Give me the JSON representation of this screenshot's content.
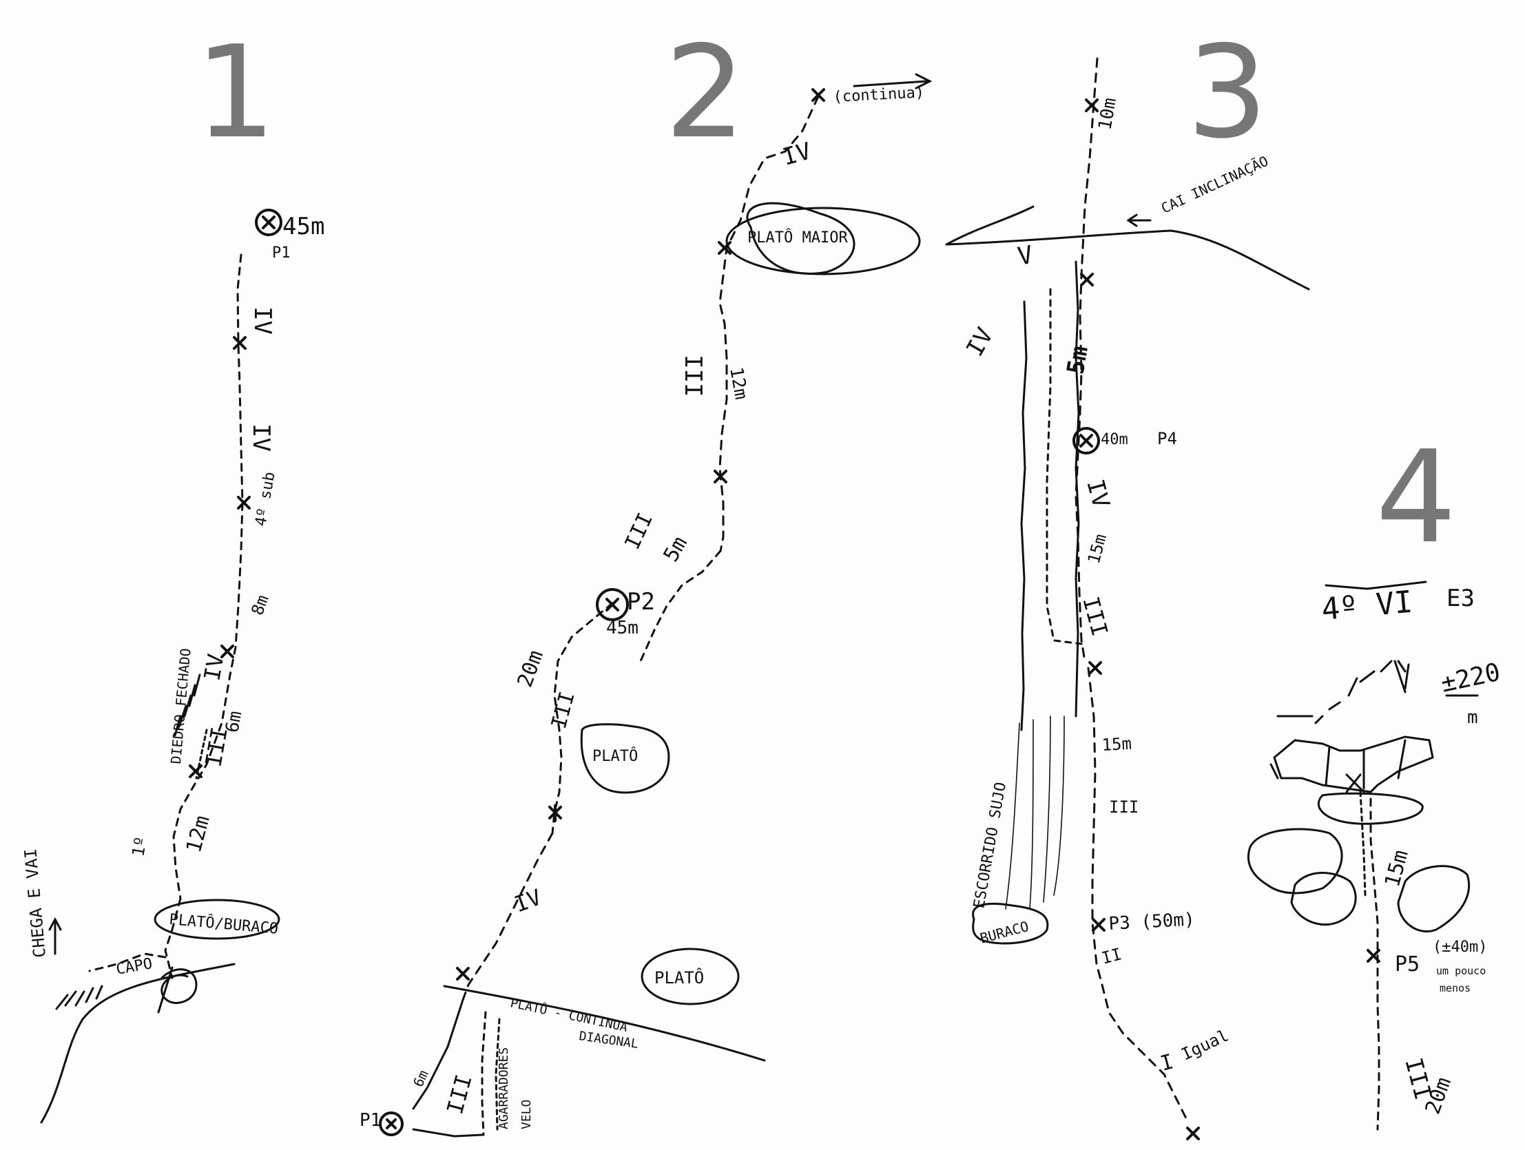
{
  "section_numbers": [
    "1",
    "2",
    "3",
    "4"
  ],
  "panel1": {
    "anchor_p1": "45m",
    "p1": "P1",
    "grade_a": "IV",
    "grade_b": "IV",
    "dist_a": "4º sub",
    "dist_b": "8m",
    "diedro": "DIEDRO FECHADO",
    "grade_c": "IV",
    "grade_d": "III",
    "dist_c": "6m",
    "dist_d": "12m",
    "mark_1": "1º",
    "plato": "PLATÔ/BURACO",
    "campo": "CAPO",
    "start": "CHEGA E VAI"
  },
  "panel2": {
    "continua": "(continua)",
    "grade_top": "IV",
    "plato_maior": "PLATÔ MAIOR",
    "grade_iii": "III",
    "dist_12": "12m",
    "grade_iii_b": "III",
    "dist_5": "5m",
    "p2": "P2",
    "p2_dist": "45m",
    "dist_20": "20m",
    "grade_ii": "III",
    "plato_small": "PLATÔ",
    "grade_iv": "IV",
    "plato_low": "PLATÔ",
    "plato_continua": "PLATÔ - CONTINUA",
    "diagonal": "DIAGONAL",
    "dist_6": "6m",
    "grade_base": "III",
    "agarradores": "AGARRADORES",
    "velo": "VELO",
    "p1": "P1"
  },
  "panel3": {
    "dist_10": "10m",
    "inclinacao": "CAI INCLINAÇÃO",
    "grade_v": "V",
    "grade_iv_left": "IV",
    "dist_5": "5m",
    "p4_dist": "40m",
    "p4": "P4",
    "grade_iv": "IV",
    "dist_15a": "15m",
    "grade_iii": "III",
    "dist_15b": "15m",
    "grade_iii_b": "III",
    "escorrido": "ESCORRIDO SUJO",
    "buraco": "BURACO",
    "p3": "P3 (50m)",
    "grade_ii": "II",
    "grade_i": "I",
    "igual": "Igual"
  },
  "panel4": {
    "grade": "4º VI",
    "e3": "E3",
    "total": "±220",
    "total_unit": "m",
    "dist_15": "15m",
    "p5": "P5",
    "p5_dist": "(±40m)",
    "p5_note_a": "um pouco",
    "p5_note_b": "menos",
    "grade_iii": "III",
    "dist_20": "20m"
  }
}
